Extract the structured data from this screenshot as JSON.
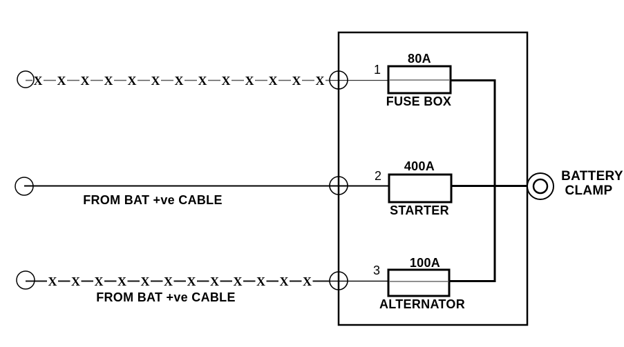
{
  "diagram": {
    "colors": {
      "line": "#000000",
      "background": "#ffffff",
      "x_dash_top": "#5a5a5a",
      "x_dash_bottom": "#111111"
    },
    "battery_clamp": {
      "line1": "BATTERY",
      "line2": "CLAMP"
    },
    "fuses": [
      {
        "number": "1",
        "rating": "80A",
        "label": "FUSE BOX"
      },
      {
        "number": "2",
        "rating": "400A",
        "label": "STARTER"
      },
      {
        "number": "3",
        "rating": "100A",
        "label": "ALTERNATOR"
      }
    ],
    "cables": [
      {
        "x_mark_count": 13,
        "x_mark_char": "X"
      },
      {
        "label": "FROM BAT +ve CABLE",
        "x_mark_count": 0
      },
      {
        "label": "FROM BAT +ve CABLE",
        "x_mark_count": 12,
        "x_mark_char": "X"
      }
    ]
  }
}
